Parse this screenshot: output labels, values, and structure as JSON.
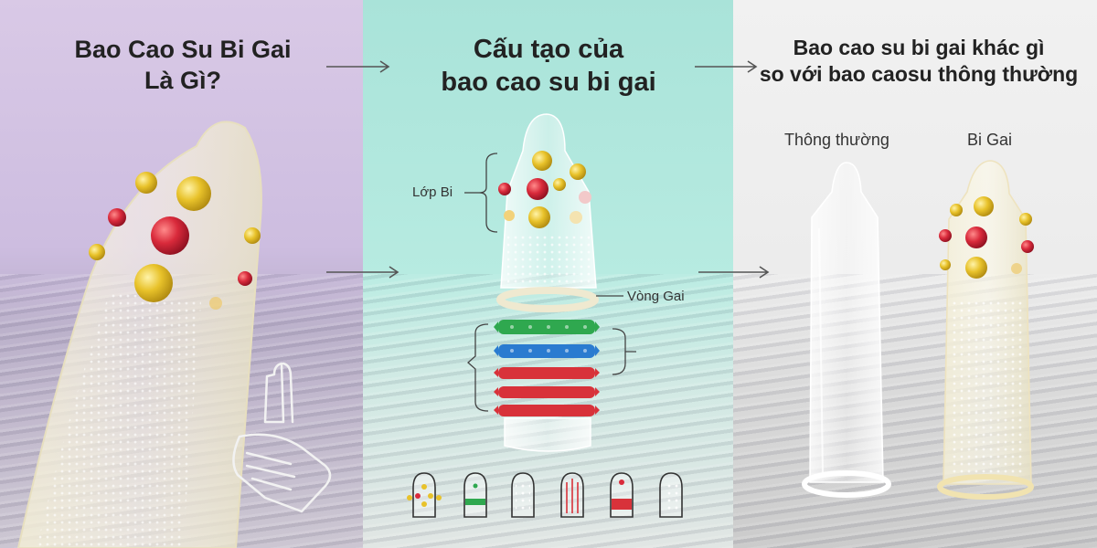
{
  "panel_what": {
    "title_line1": "Bao Cao Su Bi Gai",
    "title_line2": "Là Gì?"
  },
  "panel_structure": {
    "title_line1": "Cấu tạo của",
    "title_line2": "bao cao su bi gai",
    "label_beads": "Lớp Bi",
    "label_ring": "Vòng Gai"
  },
  "panel_compare": {
    "title_line1": "Bao cao su bi gai khác gì",
    "title_line2": "so với bao caosu thông thường",
    "label_normal": "Thông thường",
    "label_spiked": "Bi Gai"
  },
  "colors": {
    "bead_yellow": "#e8c22a",
    "bead_red": "#d92a3b",
    "ring_green": "#2fa84f",
    "ring_blue": "#2a7bd0",
    "ring_red": "#d8323a"
  },
  "icons": [
    "arrow-right-icon",
    "hand-icon",
    "variant-icon"
  ]
}
